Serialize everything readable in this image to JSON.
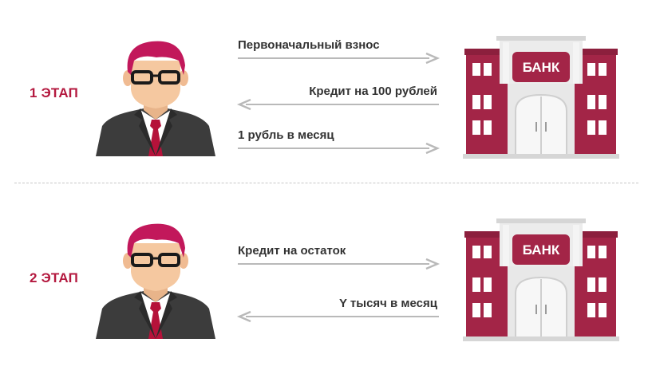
{
  "colors": {
    "accent": "#b4193f",
    "text": "#333333",
    "arrow": "#b9b9b9",
    "hair": "#c2185b",
    "skin": "#f5c8a0",
    "suit": "#3c3c3c",
    "tie": "#b5123a",
    "bank_red": "#a32547",
    "bank_column": "#e6e6e6"
  },
  "bank_label": "БАНК",
  "stages": [
    {
      "label": "1 ЭТАП",
      "flows": [
        {
          "text": "Первоначальный взнос",
          "direction": "to-bank"
        },
        {
          "text": "Кредит на 100 рублей",
          "direction": "to-client"
        },
        {
          "text": "1 рубль в месяц",
          "direction": "to-bank"
        }
      ]
    },
    {
      "label": "2 ЭТАП",
      "flows": [
        {
          "text": "Кредит на остаток",
          "direction": "to-bank"
        },
        {
          "text": "Y тысяч в месяц",
          "direction": "to-client"
        }
      ]
    }
  ]
}
